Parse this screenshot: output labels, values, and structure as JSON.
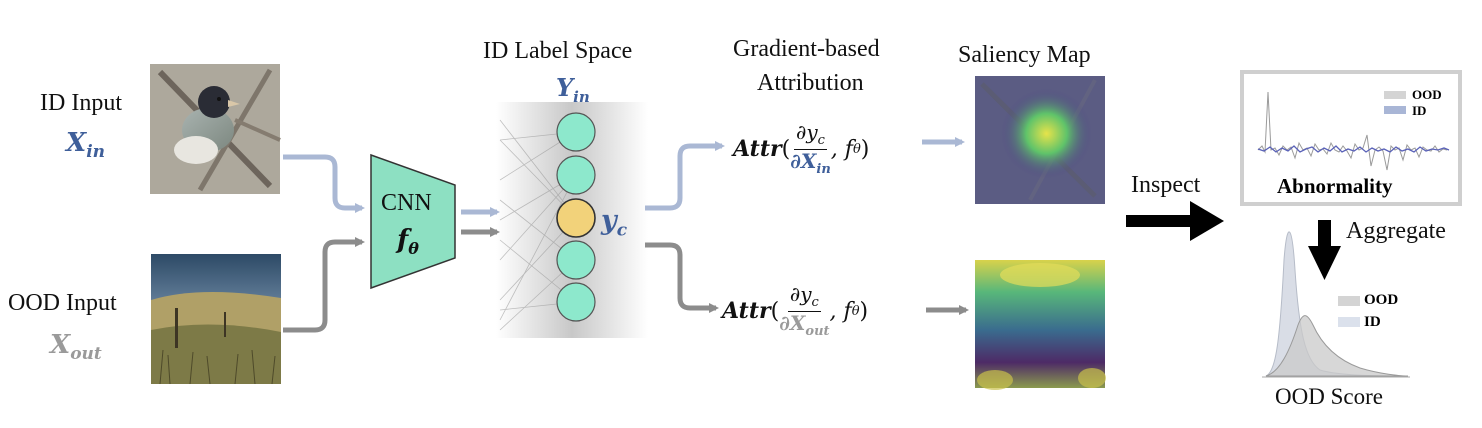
{
  "inputs": {
    "id": {
      "title": "ID Input",
      "symbol": "X",
      "sub": "in"
    },
    "ood": {
      "title": "OOD Input",
      "symbol": "X",
      "sub": "out"
    }
  },
  "cnn": {
    "title": "CNN",
    "symbol": "f",
    "sub": "θ"
  },
  "label_space": {
    "title": "ID Label Space",
    "symbol": "Y",
    "sub": "in",
    "yc_symbol": "y",
    "yc_sub": "c"
  },
  "attribution": {
    "title_line1": "Gradient-based",
    "title_line2": "Attribution",
    "func": "Attr",
    "num_symbol": "∂y",
    "num_sub": "c",
    "den_id_symbol": "∂X",
    "den_id_sub": "in",
    "den_ood_symbol": "∂X",
    "den_ood_sub": "out",
    "tail": ", f",
    "tail_sub": "θ"
  },
  "saliency": {
    "title": "Saliency Map"
  },
  "inspect": {
    "label": "Inspect"
  },
  "abnormality": {
    "title": "Abnormality",
    "legend_ood": "OOD",
    "legend_id": "ID"
  },
  "aggregate": {
    "label": "Aggregate"
  },
  "score": {
    "title": "OOD Score",
    "legend_ood": "OOD",
    "legend_id": "ID"
  },
  "colors": {
    "id_blue": "#3f5f9a",
    "ood_grey": "#9a9a9a",
    "arrow_light_blue": "#aab8d4",
    "arrow_grey": "#8c8c8c",
    "cnn_fill": "#8de0c2",
    "node_fill": "#8de8cc",
    "active_node": "#f2d27a"
  }
}
